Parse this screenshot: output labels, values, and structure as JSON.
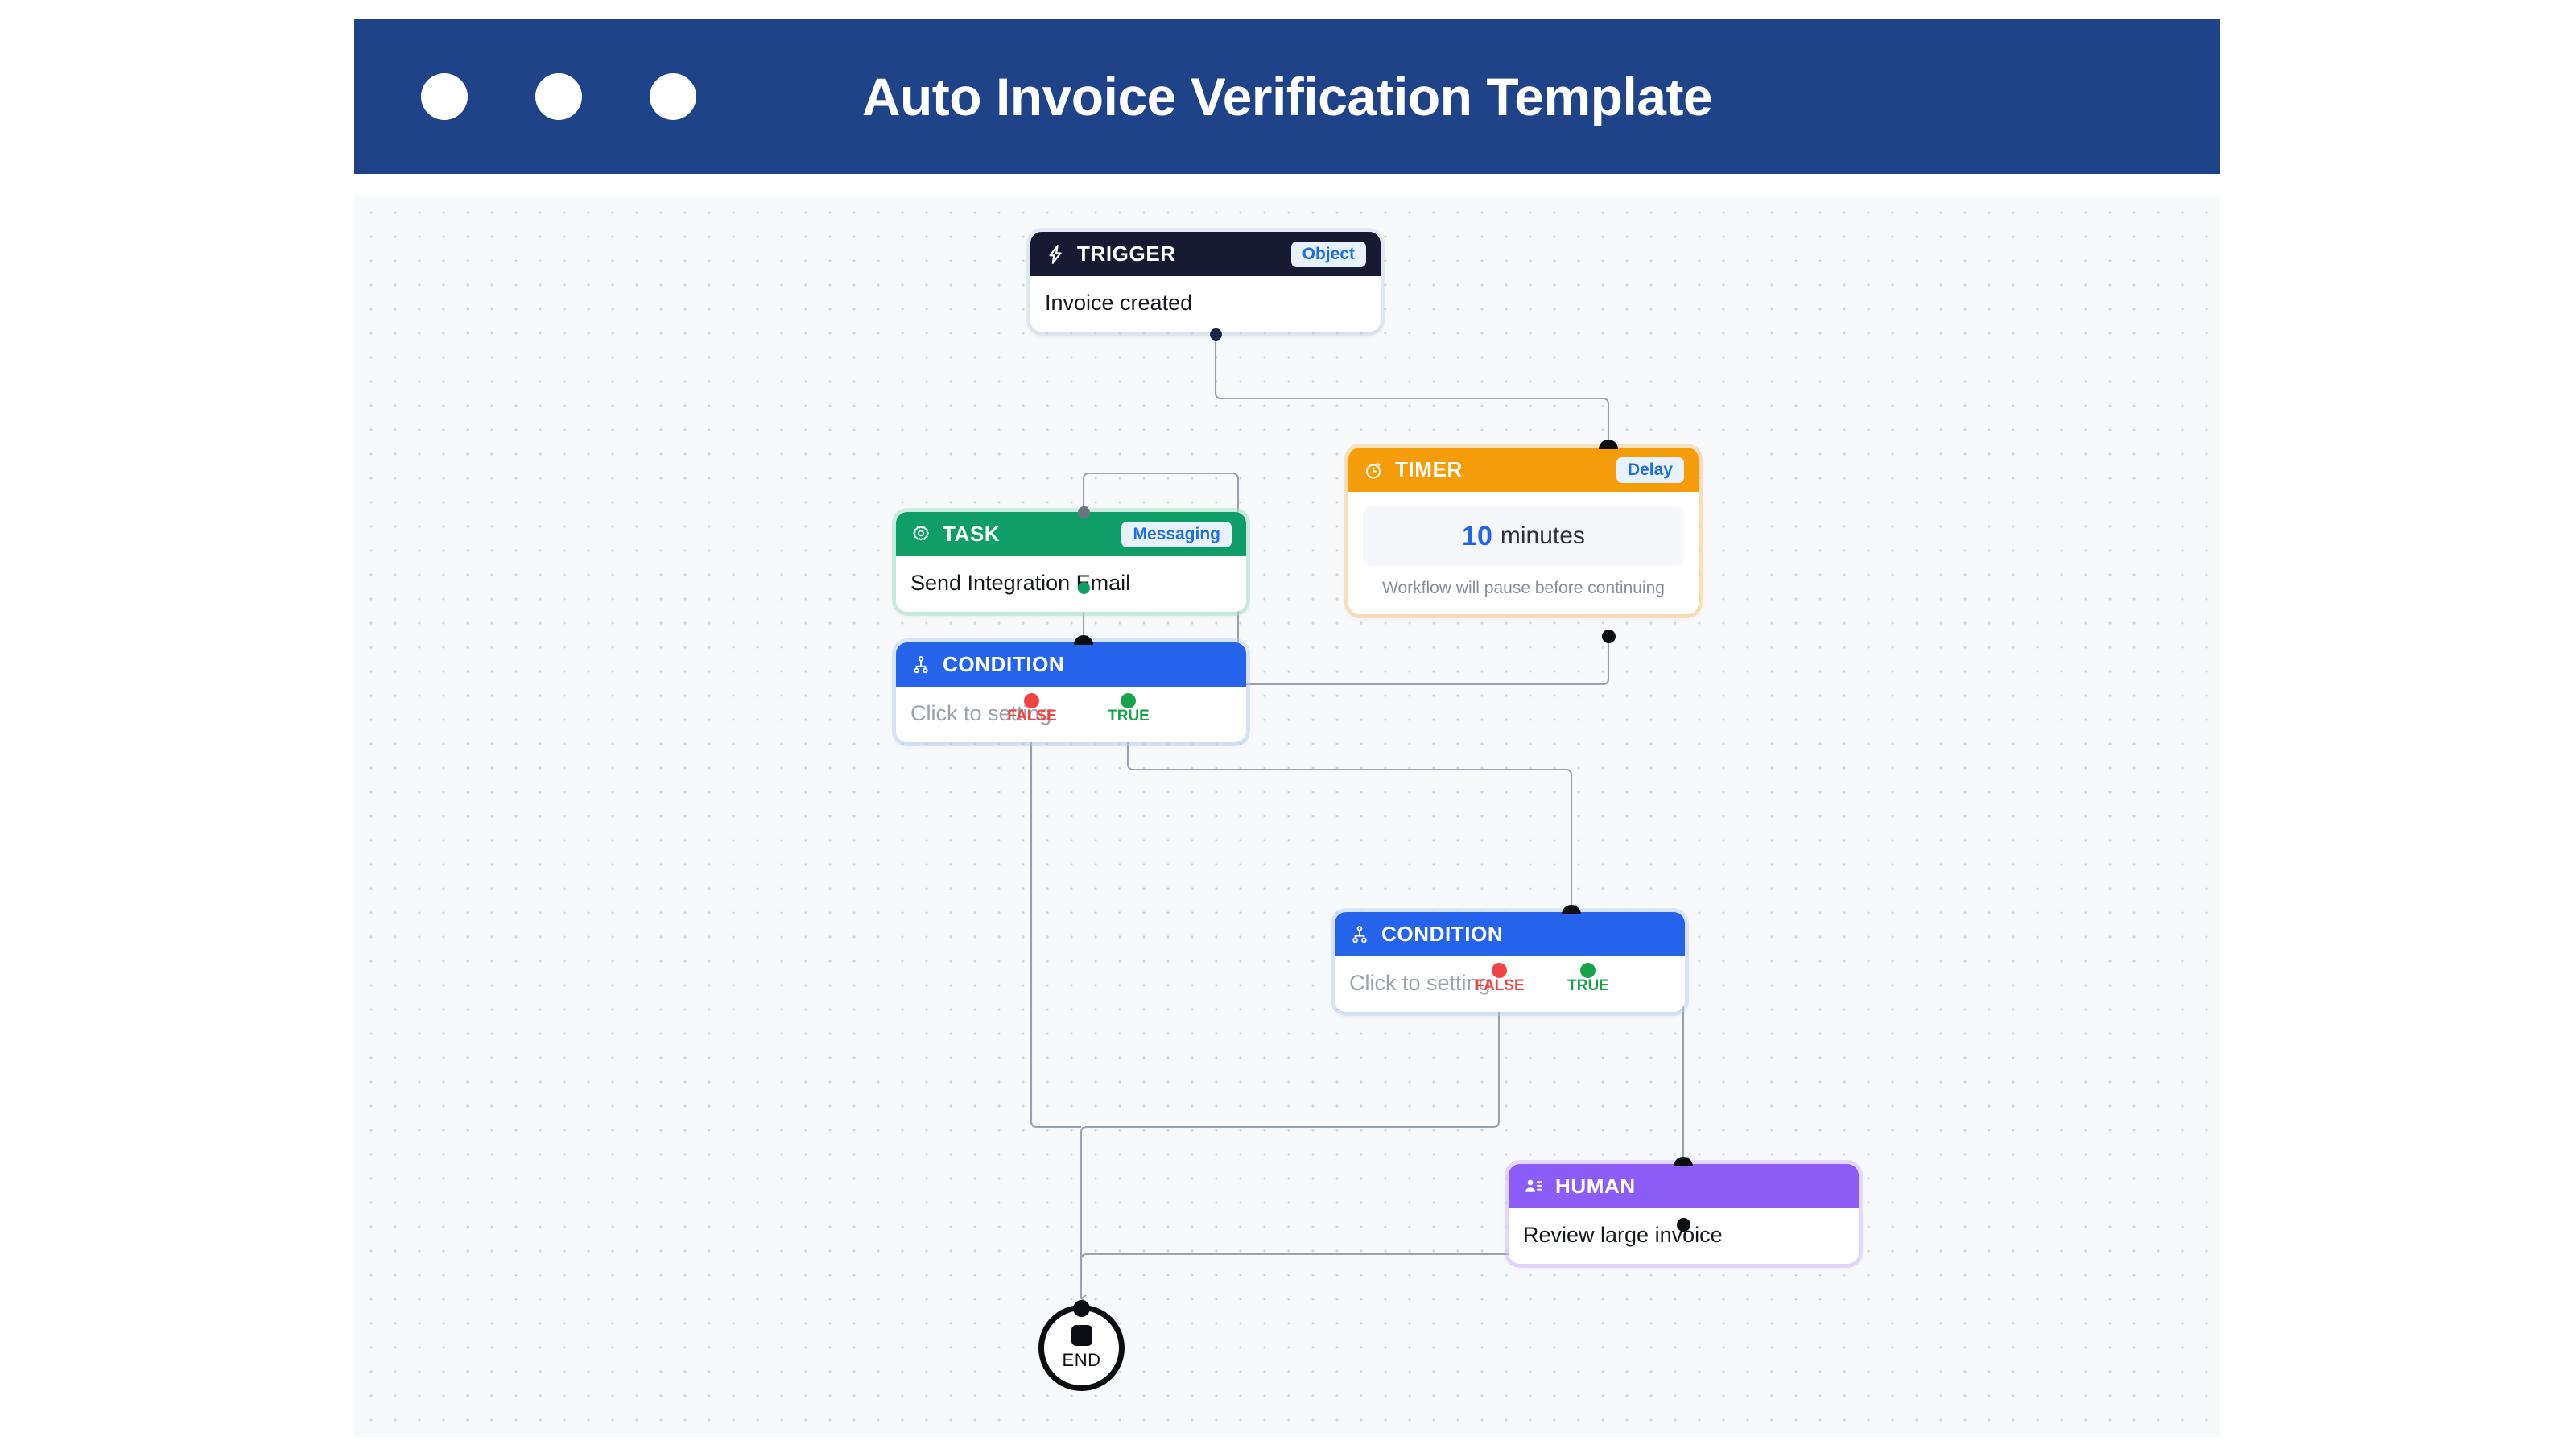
{
  "header": {
    "title": "Auto Invoice Verification Template",
    "window_controls": [
      "circle-1",
      "circle-2",
      "circle-3"
    ],
    "bg_color": "#1f4389"
  },
  "canvas": {
    "bg_color": "#f7f9fb",
    "grid": "dots"
  },
  "nodes": [
    {
      "id": "trigger",
      "type": "TRIGGER",
      "icon": "lightning-bolt-icon",
      "title": "TRIGGER",
      "badge": "Object",
      "body": "Invoice created",
      "header_color": "#161b33"
    },
    {
      "id": "task",
      "type": "TASK",
      "icon": "gear-icon",
      "title": "TASK",
      "badge": "Messaging",
      "body": "Send Integration Email",
      "header_color": "#109e68"
    },
    {
      "id": "timer",
      "type": "TIMER",
      "icon": "stopwatch-icon",
      "title": "TIMER",
      "badge": "Delay",
      "value": "10",
      "unit": "minutes",
      "note": "Workflow will pause before continuing",
      "header_color": "#f59c0b"
    },
    {
      "id": "condition-1",
      "type": "CONDITION",
      "icon": "branch-hierarchy-icon",
      "title": "CONDITION",
      "badge": "",
      "placeholder": "Click to setting",
      "branch_false": "FALSE",
      "branch_true": "TRUE",
      "header_color": "#2563eb"
    },
    {
      "id": "condition-2",
      "type": "CONDITION",
      "icon": "branch-hierarchy-icon",
      "title": "CONDITION",
      "badge": "",
      "placeholder": "Click to setting",
      "branch_false": "FALSE",
      "branch_true": "TRUE",
      "header_color": "#2563eb"
    },
    {
      "id": "human",
      "type": "HUMAN",
      "icon": "user-list-icon",
      "title": "HUMAN",
      "badge": "",
      "body": "Review large invoice",
      "header_color": "#8b5cf6"
    },
    {
      "id": "end",
      "type": "END",
      "icon": "stop-square-icon",
      "title": "END"
    }
  ],
  "branch_colors": {
    "false": "#ef4444",
    "true": "#16a34a"
  },
  "edge_color": "#9aa2ac"
}
